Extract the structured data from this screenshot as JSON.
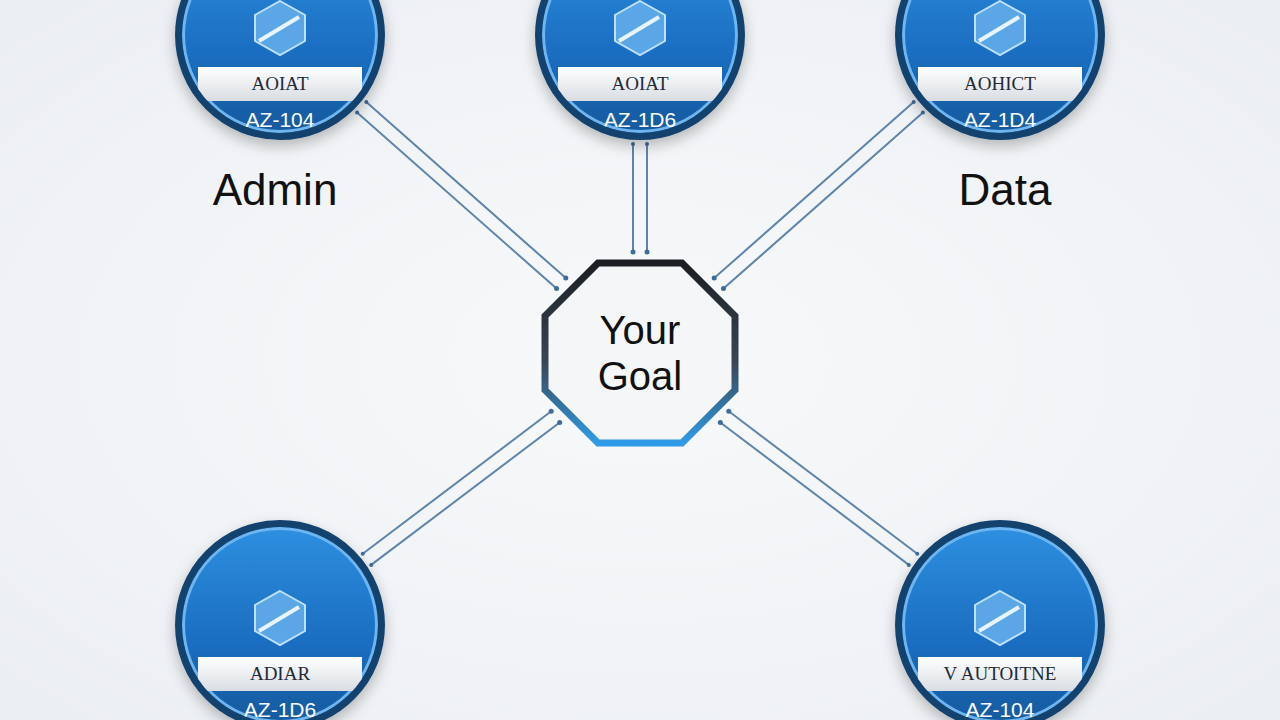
{
  "diagram": {
    "nodes": [
      {
        "text": [
          "AOIAT",
          "AZ-104"
        ]
      },
      {
        "text": [
          "AOIAT",
          "AZ-1D6"
        ]
      },
      {
        "text": [
          "AOHICT",
          "AZ-1D4"
        ]
      },
      {
        "text": [
          "Your Goal"
        ]
      },
      {
        "text": [
          "ADIAR",
          "AZ-1D6"
        ]
      },
      {
        "text": [
          "V AUTOITNE",
          "AZ-104"
        ]
      }
    ],
    "edges": [
      {
        "from": 0,
        "to": 3,
        "arrow": "none"
      },
      {
        "from": 1,
        "to": 3,
        "arrow": "none"
      },
      {
        "from": 2,
        "to": 3,
        "arrow": "none"
      },
      {
        "from": 4,
        "to": 3,
        "arrow": "none"
      },
      {
        "from": 5,
        "to": 3,
        "arrow": "none"
      }
    ],
    "labels": [
      "Admin",
      "Data"
    ]
  }
}
